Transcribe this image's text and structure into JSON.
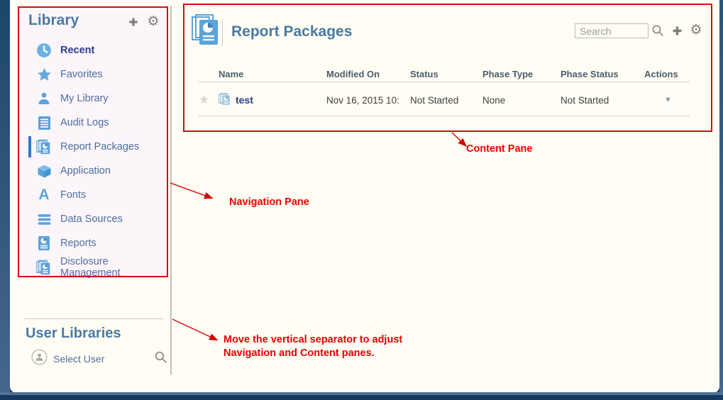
{
  "sidebar": {
    "title": "Library",
    "items": [
      {
        "label": "Recent",
        "icon": "clock-icon"
      },
      {
        "label": "Favorites",
        "icon": "star-icon"
      },
      {
        "label": "My Library",
        "icon": "user-icon"
      },
      {
        "label": "Audit Logs",
        "icon": "audit-logs-icon"
      },
      {
        "label": "Report Packages",
        "icon": "report-packages-icon",
        "selected": true
      },
      {
        "label": "Application",
        "icon": "cube-icon"
      },
      {
        "label": "Fonts",
        "icon": "font-icon",
        "font_glyph": "A"
      },
      {
        "label": "Data Sources",
        "icon": "data-sources-icon"
      },
      {
        "label": "Reports",
        "icon": "reports-icon"
      },
      {
        "label": "Disclosure Management",
        "icon": "disclosure-management-icon"
      }
    ]
  },
  "user_libraries": {
    "title": "User Libraries",
    "select_user_label": "Select User"
  },
  "content": {
    "title": "Report Packages",
    "search_placeholder": "Search",
    "table": {
      "headers": [
        "Name",
        "Modified On",
        "Status",
        "Phase Type",
        "Phase Status",
        "Actions"
      ],
      "rows": [
        {
          "name": "test",
          "modified_on": "Nov 16, 2015 10:",
          "status": "Not Started",
          "phase_type": "None",
          "phase_status": "Not Started"
        }
      ]
    },
    "dropdown_glyph": "▼"
  },
  "annotations": {
    "content_pane": "Content Pane",
    "navigation_pane": "Navigation Pane",
    "separator_note_line1": "Move the vertical separator to adjust",
    "separator_note_line2": "Navigation and Content panes.",
    "annotation_color": "#ea0000",
    "box_border_color": "#cf1010"
  },
  "colors": {
    "pane_title_blue": "#4a7aa2",
    "nav_item_blue": "#4d6fa0",
    "recent_bold_navy": "#2b3a8e",
    "icon_blue": "#5ba3d9",
    "selected_bar_blue": "#2e7ad0",
    "frame_navy": "#17395d",
    "frame_slate": "#46688d",
    "card_background": "#fffdf4",
    "gray_icon": "#7d7d7d"
  },
  "glyphs": {
    "gear": "⚙",
    "star_row": "★"
  }
}
